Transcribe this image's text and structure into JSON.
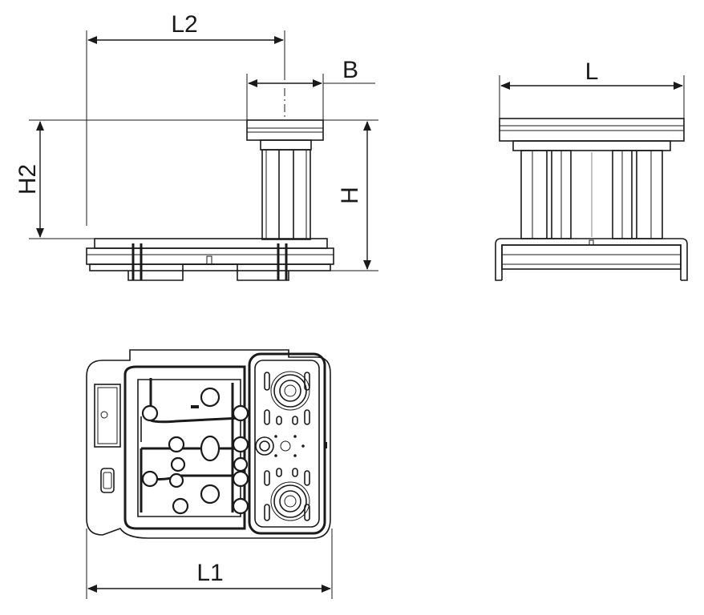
{
  "drawing": {
    "labels": {
      "L2": "L2",
      "B": "B",
      "H2": "H2",
      "H": "H",
      "L": "L",
      "L1": "L1"
    },
    "line_color": "#1a1a1a",
    "background": "#ffffff"
  }
}
